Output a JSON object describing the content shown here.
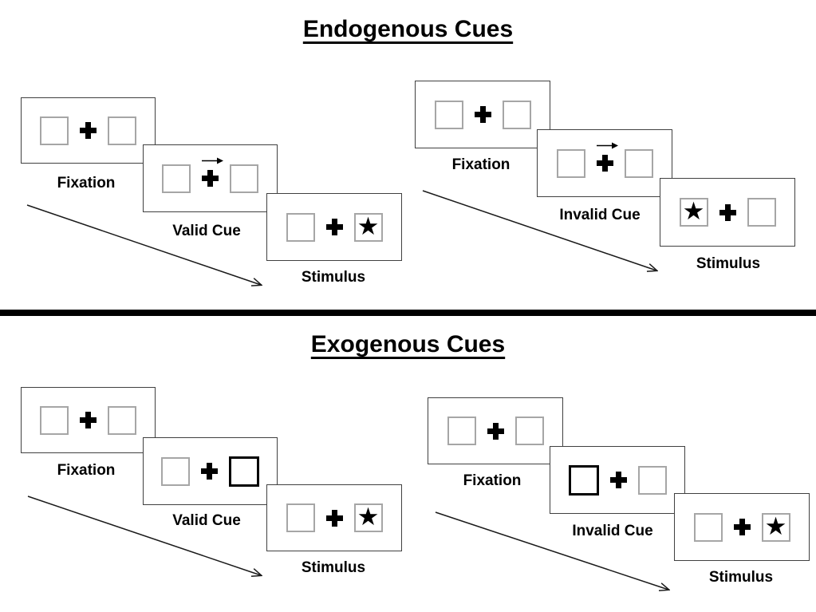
{
  "sections": [
    {
      "title": "Endogenous Cues",
      "groups": [
        {
          "name": "valid-trial",
          "panels": [
            {
              "label": "Fixation",
              "type": "fixation"
            },
            {
              "label": "Valid Cue",
              "type": "endogenous-cue",
              "cue_direction": "right"
            },
            {
              "label": "Stimulus",
              "type": "stimulus",
              "star_side": "right"
            }
          ]
        },
        {
          "name": "invalid-trial",
          "panels": [
            {
              "label": "Fixation",
              "type": "fixation"
            },
            {
              "label": "Invalid Cue",
              "type": "endogenous-cue",
              "cue_direction": "right"
            },
            {
              "label": "Stimulus",
              "type": "stimulus",
              "star_side": "left"
            }
          ]
        }
      ]
    },
    {
      "title": "Exogenous Cues",
      "groups": [
        {
          "name": "valid-trial",
          "panels": [
            {
              "label": "Fixation",
              "type": "fixation"
            },
            {
              "label": "Valid Cue",
              "type": "exogenous-cue",
              "cued_side": "right"
            },
            {
              "label": "Stimulus",
              "type": "stimulus",
              "star_side": "right"
            }
          ]
        },
        {
          "name": "invalid-trial",
          "panels": [
            {
              "label": "Fixation",
              "type": "fixation"
            },
            {
              "label": "Invalid Cue",
              "type": "exogenous-cue",
              "cued_side": "left"
            },
            {
              "label": "Stimulus",
              "type": "stimulus",
              "star_side": "right"
            }
          ]
        }
      ]
    }
  ],
  "glyphs": {
    "star": "★",
    "fixation_cross": "✚",
    "cue_arrow": "→"
  },
  "colors": {
    "background": "#ffffff",
    "panel_border": "#404040",
    "box_border": "#a6a6a6",
    "cued_box_border": "#000000",
    "ink": "#000000",
    "divider": "#000000"
  }
}
